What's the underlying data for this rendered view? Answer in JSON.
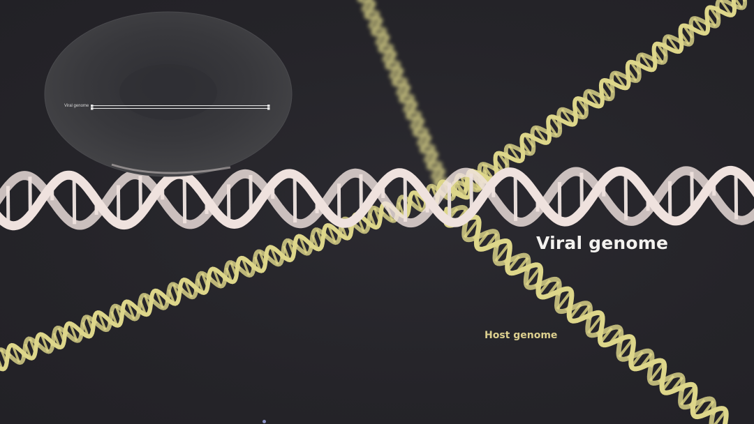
{
  "labels": {
    "viral": "Viral genome",
    "host": "Host genome",
    "inset_viral": "Viral genome"
  },
  "colors": {
    "background": "#252429",
    "viral_strand": "#efe2de",
    "host_strand": "#ddd68a",
    "viral_label": "#f4f2ef",
    "host_label": "#ddd08f"
  }
}
